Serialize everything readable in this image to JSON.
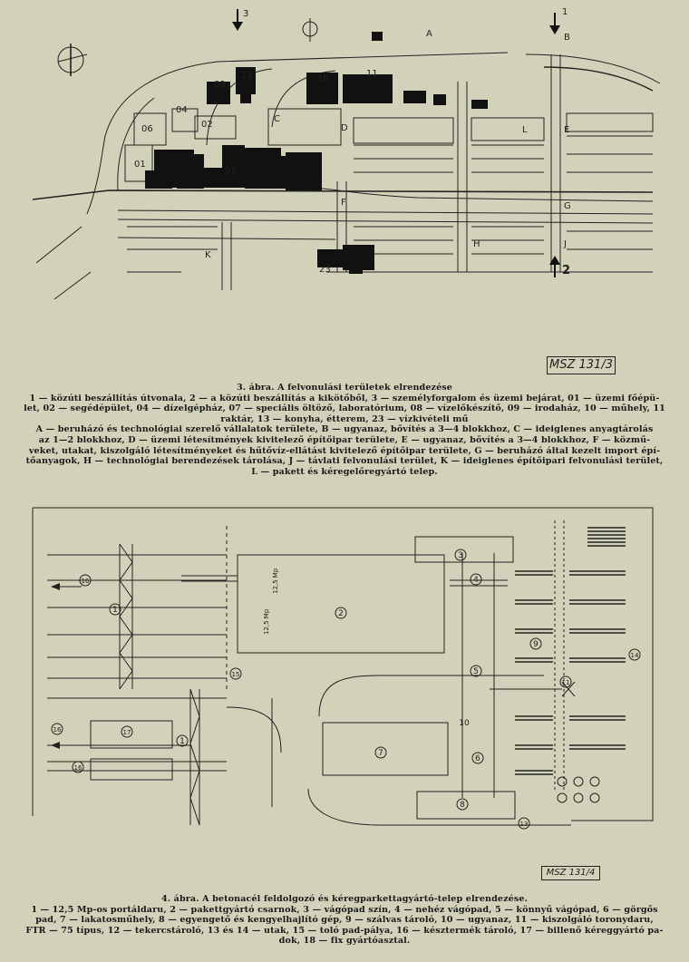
{
  "figure3": {
    "caption_title": "3. ábra. A felvonulási területek elrendezése",
    "caption_lines": [
      "1 — közúti beszállítás útvonala, 2 — a közúti beszállítás a kikötőből, 3 — személyforgalom és üzemi bejárat, 01 — üzemi főépü-",
      "let, 02 — segédépület, 04 — dízelgépház, 07 — speciális öltöző, laboratórium, 08 — vízelőkészítő, 09 — irodaház, 10 — műhely, 11",
      "raktár, 13 — konyha, étterem, 23 — vízkivételi mű",
      "A — beruházó és technológiai szerelő vállalatok területe, B — ugyanaz, bővítés a 3—4 blokkhoz, C — ideiglenes anyagtárolás",
      "az 1—2 blokkhoz, D — üzemi létesítmények kivitelező építőipar területe, E — ugyanaz, bővítés a 3—4 blokkhoz, F — közmű-",
      "veket, utakat, kiszolgáló létesítményeket és hűtővíz-ellátást kivitelező építőipar területe, G — beruházó által kezelt import épí-",
      "tőanyagok, H — technológiai berendezések tárolása, J — távlati felvonulási terület, K — ideiglenes építőipari felvonulási terület,",
      "L — pakett és kéregelőregyártó telep."
    ],
    "stamp": "MSZ 131/3",
    "labels": {
      "arrow3": "3",
      "arrow1": "1",
      "arrow2": "2",
      "b01": "01",
      "b02": "02",
      "b04": "04",
      "b06": "06",
      "b07": "07",
      "b09": "09",
      "b10": "10",
      "b11": "11",
      "b13": "13",
      "b23": "23",
      "A": "A",
      "B": "B",
      "C": "C",
      "D": "D",
      "E": "E",
      "F": "F",
      "G": "G",
      "H": "H",
      "J": "J",
      "K": "K",
      "L": "L"
    }
  },
  "figure4": {
    "caption_title": "4. ábra. A betonacél feldolgozó és kéregparkettagyártó-telep elrendezése.",
    "caption_lines": [
      "1 — 12,5 Mp-os portáldaru, 2 — pakettgyártó csarnok, 3 — vágópad szín, 4 — nehéz vágópad, 5 — könnyű vágópad, 6 — görgős",
      "pad, 7 — lakatosműhely, 8 — egyengető és kengyelhajlító gép, 9 — szálvas tároló, 10 — ugyanaz, 11 — kiszolgáló toronydaru,",
      "FTR — 75 típus, 12 — tekercstároló, 13 és 14 — utak, 15 — toló pad-pálya, 16 — késztermék tároló, 17 — billenő kéreggyártó pa-",
      "dok, 18 — fix gyártóasztal."
    ],
    "stamp": "MSZ 131/4",
    "labels": {
      "n1a": "1",
      "n1b": "1",
      "n2": "2",
      "n3": "3",
      "n4": "4",
      "n5": "5",
      "n6": "6",
      "n7": "7",
      "n8": "8",
      "n9": "9",
      "n10": "10",
      "n11": "11",
      "n13": "13",
      "n14": "14",
      "n15": "15",
      "n16a": "16",
      "n16b": "16",
      "n16c": "16",
      "n17": "17",
      "crane_a": "12,5 Mp",
      "crane_b": "12,5 Mp"
    }
  }
}
